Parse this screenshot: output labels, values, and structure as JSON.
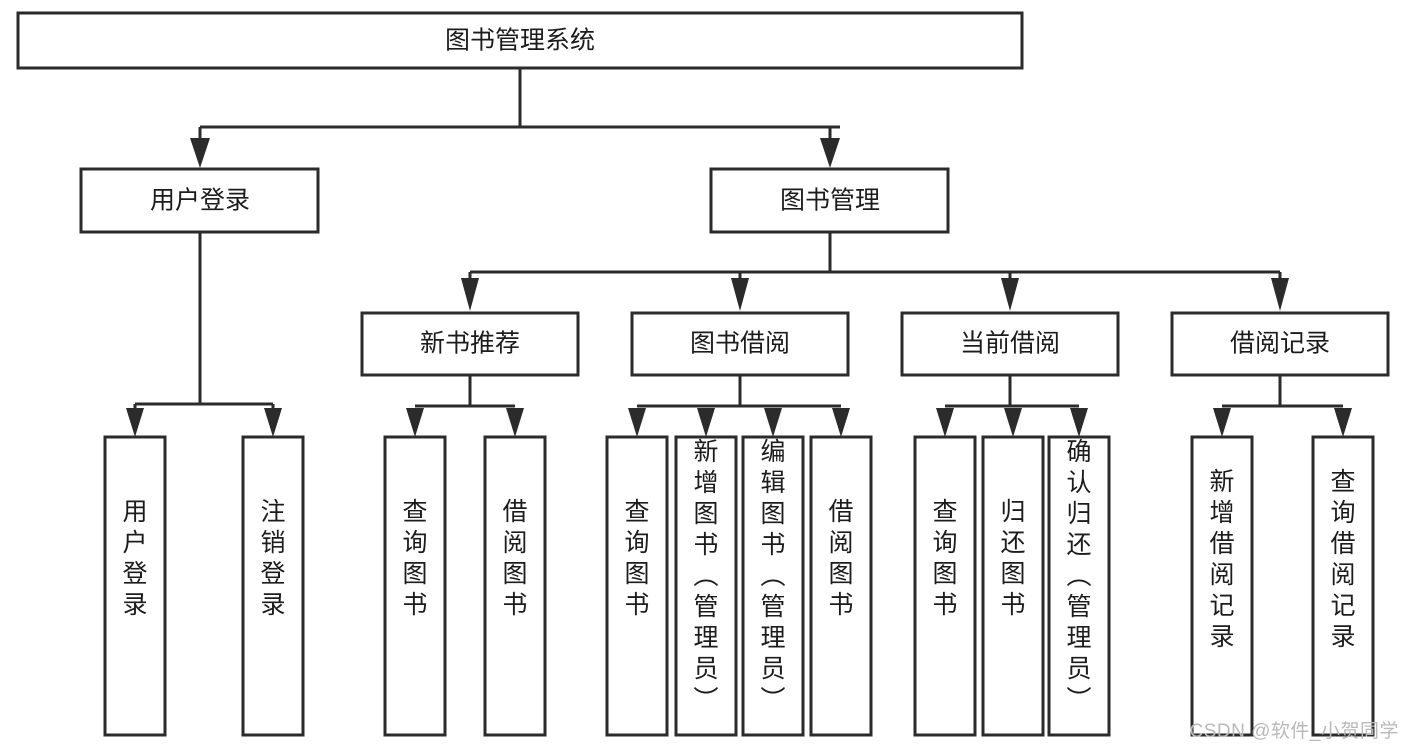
{
  "diagram": {
    "title": "图书管理系统",
    "type": "tree-hierarchy-diagram",
    "watermark": "CSDN @软件_小贺同学",
    "colors": {
      "box_stroke": "#2b2b2b",
      "box_fill": "#ffffff",
      "text": "#1c1c1c",
      "background": "#ffffff",
      "watermark": "#b9b9b9"
    },
    "root": {
      "label": "图书管理系统"
    },
    "level2": [
      {
        "label": "用户登录"
      },
      {
        "label": "图书管理"
      }
    ],
    "level3": [
      {
        "label": "新书推荐"
      },
      {
        "label": "图书借阅"
      },
      {
        "label": "当前借阅"
      },
      {
        "label": "借阅记录"
      }
    ],
    "leaves_user_login": [
      {
        "label": "用户登录"
      },
      {
        "label": "注销登录"
      }
    ],
    "leaves_new_books": [
      {
        "label": "查询图书"
      },
      {
        "label": "借阅图书"
      }
    ],
    "leaves_borrow": [
      {
        "label": "查询图书"
      },
      {
        "label": "新增图书（管理员）"
      },
      {
        "label": "编辑图书（管理员）"
      },
      {
        "label": "借阅图书"
      }
    ],
    "leaves_current": [
      {
        "label": "查询图书"
      },
      {
        "label": "归还图书"
      },
      {
        "label": "确认归还（管理员）"
      }
    ],
    "leaves_records": [
      {
        "label": "新增借阅记录"
      },
      {
        "label": "查询借阅记录"
      }
    ]
  }
}
